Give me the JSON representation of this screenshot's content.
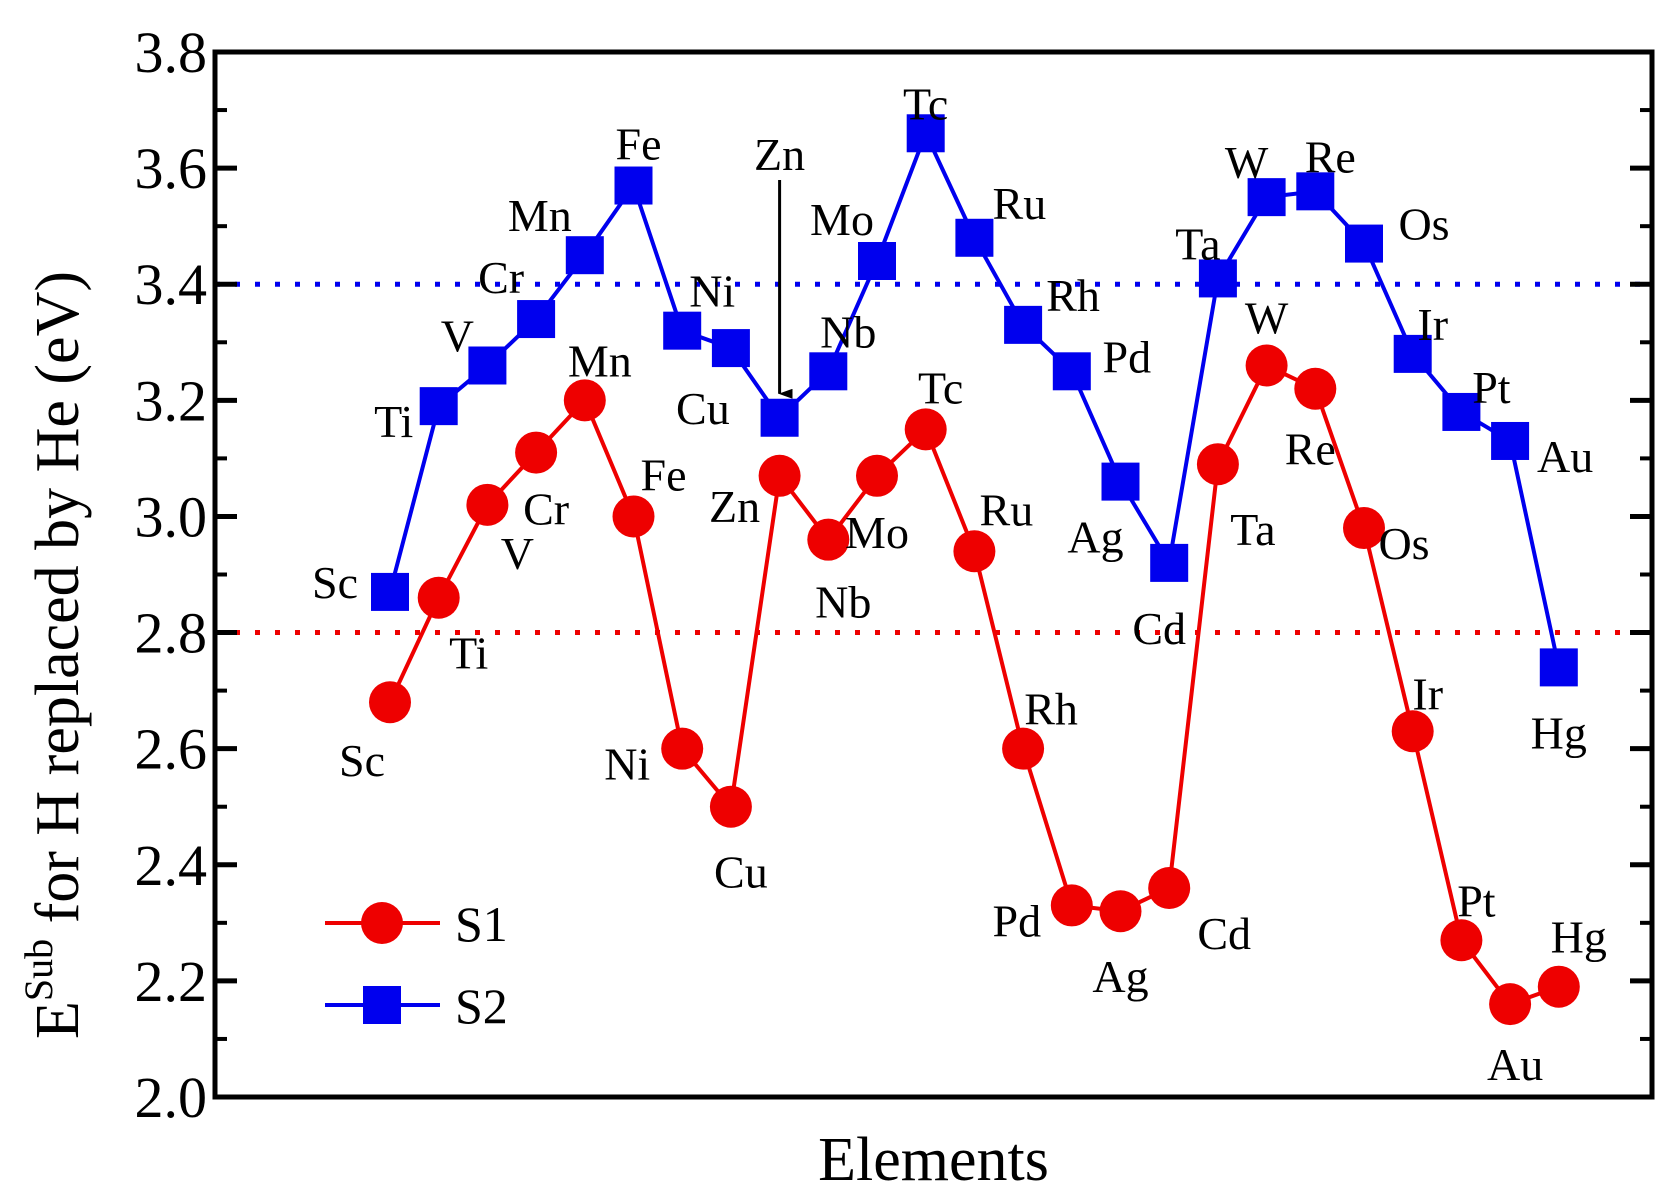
{
  "chart_data": {
    "type": "line",
    "xlabel": "Elements",
    "ylabel_main": "E",
    "ylabel_sup": "Sub",
    "ylabel_rest": " for H replaced by He (eV)",
    "ylim": [
      2.0,
      3.8
    ],
    "yticks": [
      "2.0",
      "2.2",
      "2.4",
      "2.6",
      "2.8",
      "3.0",
      "3.2",
      "3.4",
      "3.6",
      "3.8"
    ],
    "legend_position": "bottom-left",
    "grid": false,
    "reference_lines": [
      {
        "value": 3.4,
        "color": "#0000ee"
      },
      {
        "value": 2.8,
        "color": "#ee0000"
      }
    ],
    "elements": [
      "Sc",
      "Ti",
      "V",
      "Cr",
      "Mn",
      "Fe",
      "Ni",
      "Cu",
      "Zn",
      "Nb",
      "Mo",
      "Tc",
      "Ru",
      "Rh",
      "Pd",
      "Ag",
      "Cd",
      "Ta",
      "W",
      "Re",
      "Os",
      "Ir",
      "Pt",
      "Au",
      "Hg"
    ],
    "series": [
      {
        "name": "S1",
        "color": "#ee0000",
        "marker": "circle",
        "values": [
          2.68,
          2.86,
          3.02,
          3.11,
          3.2,
          3.0,
          2.6,
          2.5,
          3.07,
          2.96,
          3.07,
          3.15,
          2.94,
          2.6,
          2.33,
          2.32,
          2.36,
          3.09,
          3.26,
          3.22,
          2.98,
          2.63,
          2.27,
          2.16,
          2.19
        ]
      },
      {
        "name": "S2",
        "color": "#0000ee",
        "marker": "square",
        "values": [
          2.87,
          3.19,
          3.26,
          3.34,
          3.45,
          3.57,
          3.32,
          3.29,
          3.17,
          3.25,
          3.44,
          3.66,
          3.48,
          3.33,
          3.25,
          3.06,
          2.92,
          3.41,
          3.55,
          3.56,
          3.47,
          3.28,
          3.18,
          3.13,
          2.74
        ]
      }
    ],
    "annotation": {
      "text": "Zn",
      "target_series": "S2",
      "target_element": "Zn"
    }
  }
}
